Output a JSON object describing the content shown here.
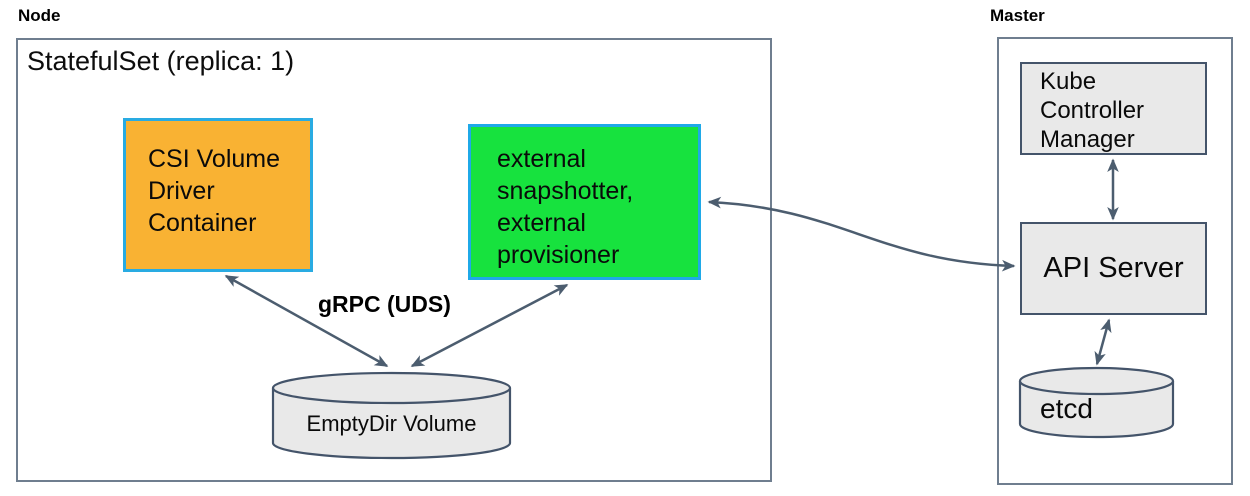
{
  "node_section": {
    "title": "Node",
    "statefulset_title": "StatefulSet (replica: 1)",
    "csi_driver_box": "CSI Volume\nDriver\nContainer",
    "sidecar_box": "external\nsnapshotter,\nexternal\nprovisioner",
    "grpc_label": "gRPC (UDS)",
    "emptydir_volume": "EmptyDir Volume"
  },
  "master_section": {
    "title": "Master",
    "kube_controller_manager": "Kube\nController\nManager",
    "api_server": "API Server",
    "etcd": "etcd"
  },
  "connections": [
    {
      "from": "CSI Volume Driver Container",
      "to": "EmptyDir Volume",
      "label": "gRPC (UDS)",
      "bidirectional": true
    },
    {
      "from": "external snapshotter, external provisioner",
      "to": "EmptyDir Volume",
      "label": "gRPC (UDS)",
      "bidirectional": true
    },
    {
      "from": "external snapshotter, external provisioner",
      "to": "API Server",
      "bidirectional": true
    },
    {
      "from": "Kube Controller Manager",
      "to": "API Server",
      "bidirectional": true
    },
    {
      "from": "API Server",
      "to": "etcd",
      "bidirectional": true
    }
  ],
  "colors": {
    "csi_box_fill": "#F9B233",
    "csi_box_border": "#29ABE2",
    "sidecar_box_fill": "#17E23E",
    "sidecar_box_border": "#1FA9E8",
    "component_fill": "#E9E9E9",
    "component_border": "#44546A",
    "arrow": "#4C5D6F",
    "outer_border": "#6F7E8F",
    "text": "#0A0A0A"
  }
}
